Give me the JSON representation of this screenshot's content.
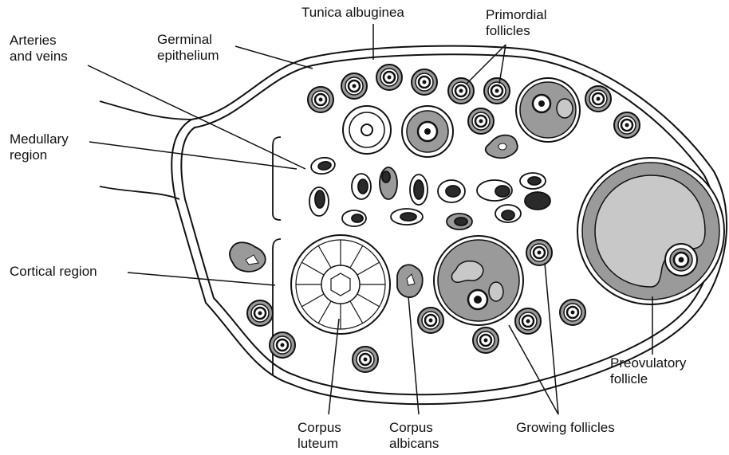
{
  "labels": {
    "tunica_albuginea": "Tunica albuginea",
    "primordial_follicles": "Primordial\nfollicles",
    "arteries_veins": "Arteries\nand veins",
    "germinal_epithelium": "Germinal\nepithelium",
    "medullary_region": "Medullary\nregion",
    "cortical_region": "Cortical region",
    "corpus_luteum": "Corpus\nluteum",
    "corpus_albicans": "Corpus\nalbicans",
    "growing_follicles": "Growing follicles",
    "preovulatory_follicle": "Preovulatory\nfollicle"
  },
  "colors": {
    "outline": "#111111",
    "follicle_fill": "#9a9a9a",
    "antrum_fill": "#c8c8c8",
    "dark_fill": "#2a2a2a"
  }
}
